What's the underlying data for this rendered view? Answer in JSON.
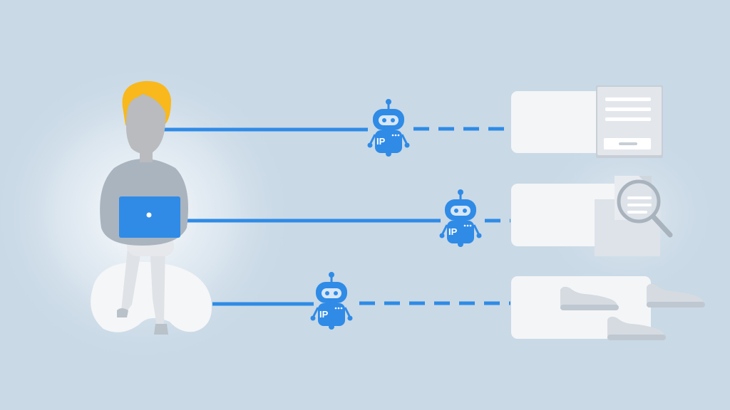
{
  "colors": {
    "background": "#c9d9e6",
    "accent": "#2f8be6",
    "card": "#f4f5f7",
    "hair": "#f9b81b",
    "person_skin": "#b9bbbe",
    "person_sweater": "#a9b4bf",
    "laptop": "#2f8be6",
    "chair": "#f5f6f8",
    "shoe": "#d5dbe1"
  },
  "robots": [
    {
      "label": "IP",
      "icon": "robot-icon"
    },
    {
      "label": "IP",
      "icon": "robot-icon"
    },
    {
      "label": "IP",
      "icon": "robot-icon"
    }
  ],
  "targets": [
    {
      "icon": "web-form-icon"
    },
    {
      "icon": "search-magnifier-icon"
    },
    {
      "icon": "sneakers-icon"
    }
  ]
}
